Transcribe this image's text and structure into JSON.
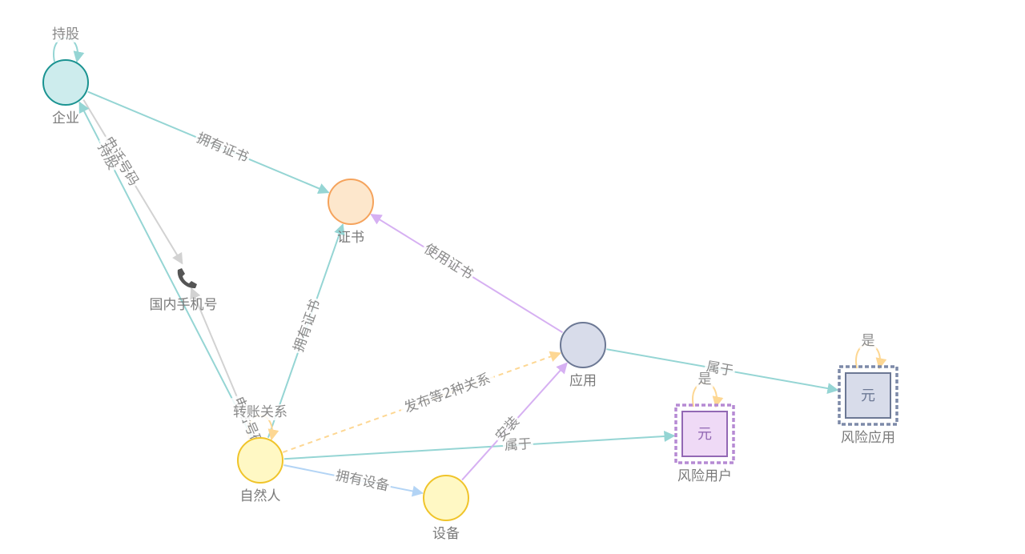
{
  "graph": {
    "nodes": [
      {
        "id": "enterprise",
        "label": "企业",
        "shape": "circle",
        "fill": "#cdeced",
        "stroke": "#1a9391"
      },
      {
        "id": "certificate",
        "label": "证书",
        "shape": "circle",
        "fill": "#fde7cc",
        "stroke": "#f5a35c"
      },
      {
        "id": "phone",
        "label": "国内手机号",
        "shape": "phone-icon",
        "fill": "#555555",
        "stroke": "#555555"
      },
      {
        "id": "app",
        "label": "应用",
        "shape": "circle",
        "fill": "#d8dcea",
        "stroke": "#6c7894"
      },
      {
        "id": "person",
        "label": "自然人",
        "shape": "circle",
        "fill": "#fff8c4",
        "stroke": "#f0c42a"
      },
      {
        "id": "device",
        "label": "设备",
        "shape": "circle",
        "fill": "#fff8c4",
        "stroke": "#f0c42a"
      },
      {
        "id": "risk-user",
        "label": "风险用户",
        "shape": "square",
        "glyph": "元",
        "fill": "#efdaf6",
        "stroke": "#9268b4",
        "outer": "#b68ad4"
      },
      {
        "id": "risk-app",
        "label": "风险应用",
        "shape": "square",
        "glyph": "元",
        "fill": "#d8dcea",
        "stroke": "#6c7894",
        "outer": "#7d8aa8"
      }
    ],
    "edges": [
      {
        "from": "enterprise",
        "to": "enterprise",
        "label": "持股",
        "color": "#95d5d4",
        "self": true
      },
      {
        "from": "enterprise",
        "to": "certificate",
        "label": "拥有证书",
        "color": "#95d5d4"
      },
      {
        "from": "enterprise",
        "to": "phone",
        "label": "电话号码",
        "color": "#d2d2d2"
      },
      {
        "from": "person",
        "to": "enterprise",
        "label": "持股",
        "color": "#95d5d4"
      },
      {
        "from": "person",
        "to": "phone",
        "label": "电话号码",
        "color": "#d2d2d2"
      },
      {
        "from": "person",
        "to": "certificate",
        "label": "拥有证书",
        "color": "#95d5d4"
      },
      {
        "from": "app",
        "to": "certificate",
        "label": "使用证书",
        "color": "#d6b0f2"
      },
      {
        "from": "app",
        "to": "risk-app",
        "label": "属于",
        "color": "#95d5d4"
      },
      {
        "from": "person",
        "to": "person",
        "label": "转账关系",
        "color": "#fdd793",
        "self": true
      },
      {
        "from": "person",
        "to": "app",
        "label": "发布等2种关系",
        "color": "#fdd793",
        "dashed": true
      },
      {
        "from": "person",
        "to": "risk-user",
        "label": "属于",
        "color": "#95d5d4"
      },
      {
        "from": "person",
        "to": "device",
        "label": "拥有设备",
        "color": "#b3d4f5"
      },
      {
        "from": "device",
        "to": "app",
        "label": "安装",
        "color": "#d6b0f2"
      },
      {
        "from": "risk-user",
        "to": "risk-user",
        "label": "是",
        "color": "#fdd793",
        "self": true
      },
      {
        "from": "risk-app",
        "to": "risk-app",
        "label": "是",
        "color": "#fdd793",
        "self": true
      }
    ]
  }
}
